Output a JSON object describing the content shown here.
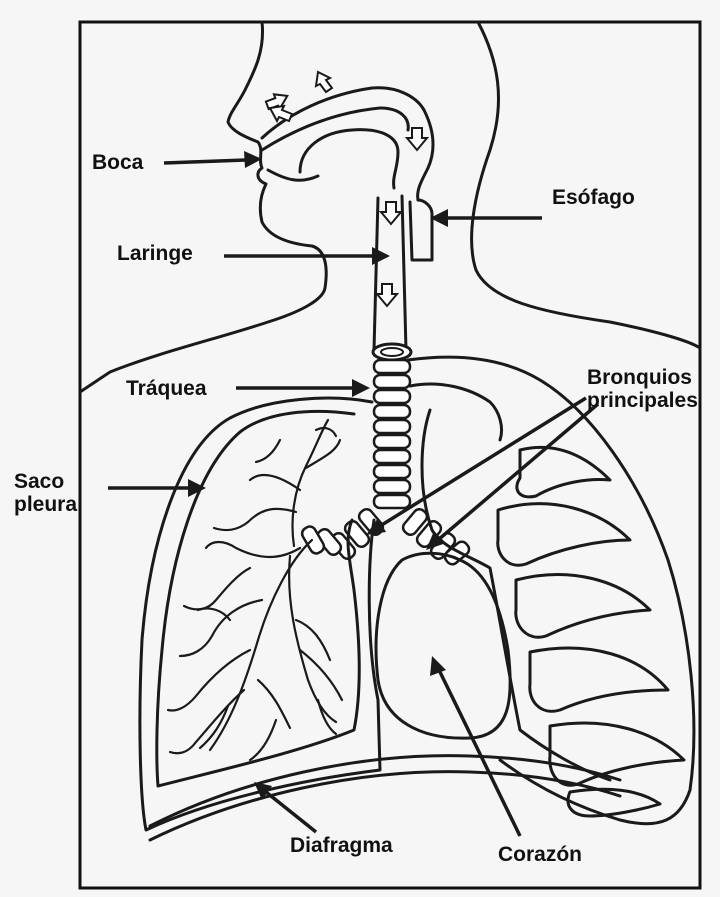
{
  "labels": {
    "boca": "Boca",
    "esofago": "Esófago",
    "laringe": "Laringe",
    "traquea": "Tráquea",
    "bronquios_line1": "Bronquios",
    "bronquios_line2": "principales",
    "saco_line1": "Saco",
    "saco_line2": "pleural",
    "diafragma": "Diafragma",
    "corazon": "Corazón"
  }
}
